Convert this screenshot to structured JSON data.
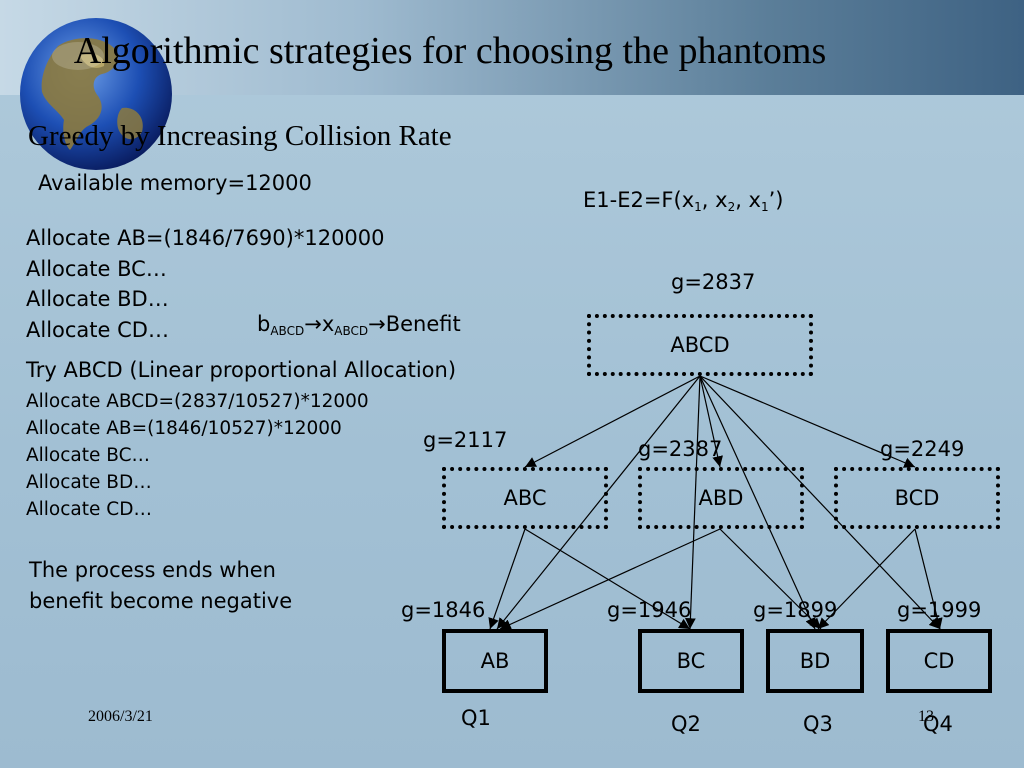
{
  "slide": {
    "title": "Algorithmic strategies for choosing the phantoms",
    "subtitle": "Greedy by Increasing Collision Rate",
    "available_memory": "Available memory=12000",
    "formula": {
      "left": "E1-E2=F(x",
      "s1": "1",
      "mid1": ", x",
      "s2": "2",
      "mid2": ", x",
      "s3": "1",
      "end": "’)"
    },
    "allocate_lines_1": [
      "Allocate AB=(1846/7690)*120000",
      "Allocate BC…",
      "Allocate BD…",
      "Allocate CD…"
    ],
    "benefit_chain": {
      "b": "b",
      "b_sub": "ABCD",
      "arrow1": "→",
      "x": "x",
      "x_sub": "ABCD",
      "arrow2": "→",
      "benefit": "Benefit"
    },
    "try_line": "Try ABCD (Linear proportional Allocation)",
    "allocate_lines_2": [
      "Allocate ABCD=(2837/10527)*12000",
      "Allocate AB=(1846/10527)*12000",
      "Allocate BC…",
      "Allocate BD…",
      "Allocate CD…"
    ],
    "process_end": [
      "The process ends when",
      "benefit become negative"
    ],
    "footer_date": "2006/3/21",
    "page_number": "13"
  },
  "diagram": {
    "nodes": {
      "abcd": {
        "label": "ABCD",
        "g": "g=2837"
      },
      "abc": {
        "label": "ABC",
        "g": "g=2117"
      },
      "abd": {
        "label": "ABD",
        "g": "g=2387"
      },
      "bcd": {
        "label": "BCD",
        "g": "g=2249"
      },
      "ab": {
        "label": "AB",
        "g": "g=1846",
        "query": "Q1"
      },
      "bc": {
        "label": "BC",
        "g": "g=1946",
        "query": "Q2"
      },
      "bd": {
        "label": "BD",
        "g": "g=1899",
        "query": "Q3"
      },
      "cd": {
        "label": "CD",
        "g": "g=1999",
        "query": "Q4"
      }
    },
    "edges": [
      [
        "abcd",
        "abc"
      ],
      [
        "abcd",
        "abd"
      ],
      [
        "abcd",
        "bcd"
      ],
      [
        "abcd",
        "ab"
      ],
      [
        "abcd",
        "bc"
      ],
      [
        "abcd",
        "bd"
      ],
      [
        "abcd",
        "cd"
      ],
      [
        "abc",
        "ab"
      ],
      [
        "abc",
        "bc"
      ],
      [
        "abd",
        "ab"
      ],
      [
        "abd",
        "bd"
      ],
      [
        "bcd",
        "bd"
      ],
      [
        "bcd",
        "cd"
      ]
    ]
  }
}
